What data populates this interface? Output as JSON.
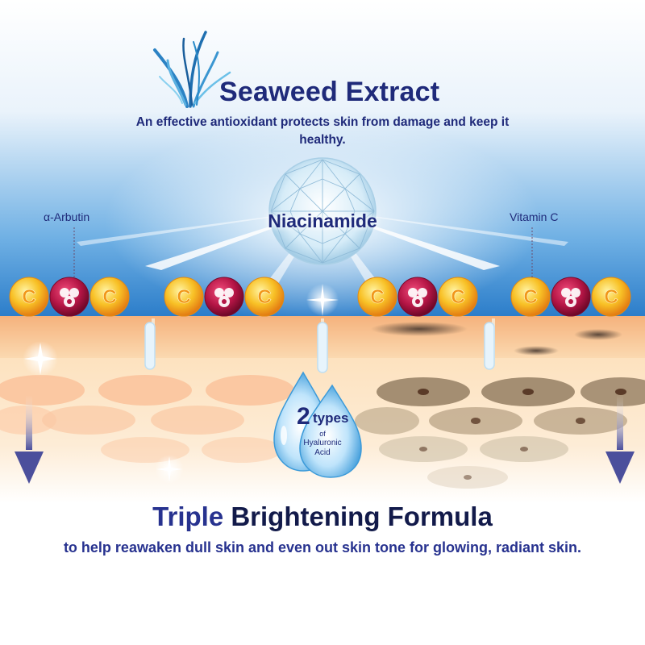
{
  "header": {
    "title": "Seaweed Extract",
    "description": "An effective antioxidant protects skin from damage and keep it healthy."
  },
  "ingredients": {
    "center": "Niacinamide",
    "left": "α-Arbutin",
    "right": "Vitamin C",
    "molecule_letter": "C"
  },
  "drop": {
    "number": "2",
    "word": "types",
    "of": "of",
    "line1": "Hyaluronic",
    "line2": "Acid"
  },
  "footer": {
    "title_highlight": "Triple",
    "title_rest": "Brightening Formula",
    "description": "to help reawaken dull skin and even out skin tone for glowing, radiant skin."
  },
  "colors": {
    "navy": "#1f2a7a",
    "sky": "#2e82cf",
    "skin": "#f6c89a",
    "vitamin_orange": "#f5a21a",
    "arbutin_red": "#b01c4c"
  },
  "icons": [
    "seaweed-icon",
    "diamond-icon",
    "water-drop-icon",
    "down-arrow-icon",
    "sparkle-icon"
  ]
}
